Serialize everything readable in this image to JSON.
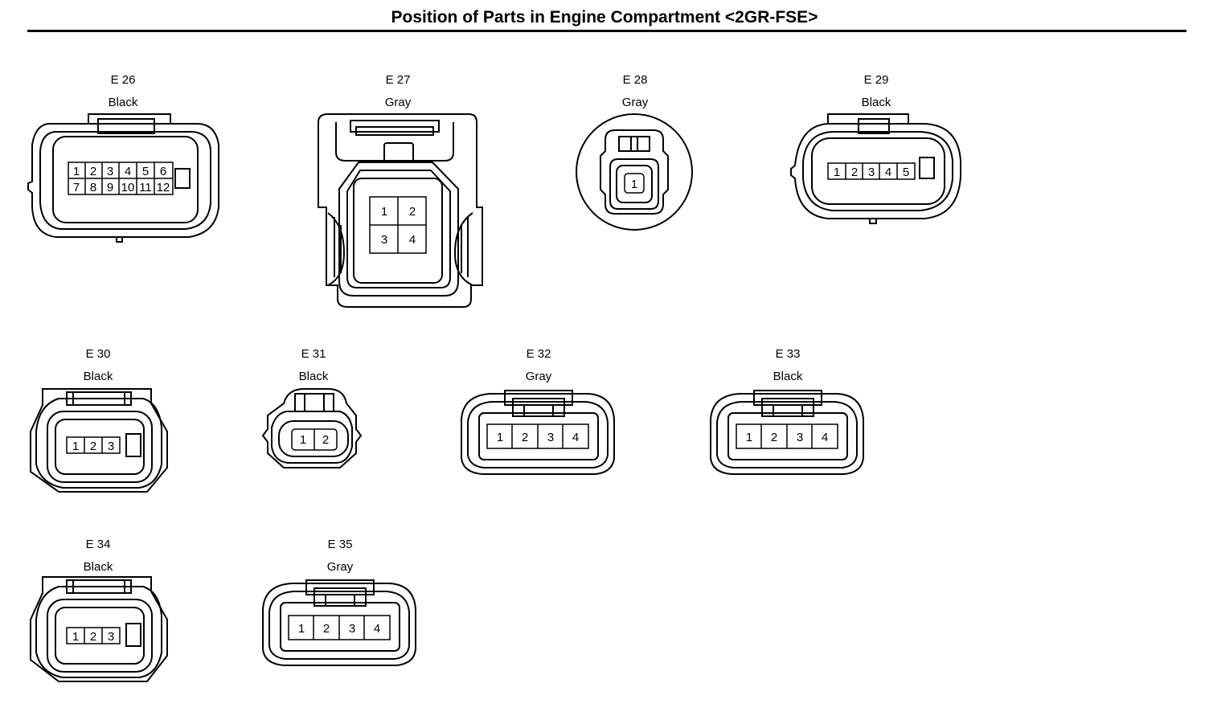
{
  "title": "Position of Parts in Engine Compartment <2GR-FSE>",
  "connectors": [
    {
      "id": "E 26",
      "color": "Black",
      "pins": [
        [
          "1",
          "2",
          "3",
          "4",
          "5",
          "6"
        ],
        [
          "7",
          "8",
          "9",
          "10",
          "11",
          "12"
        ]
      ]
    },
    {
      "id": "E 27",
      "color": "Gray",
      "pins": [
        [
          "1",
          "2"
        ],
        [
          "3",
          "4"
        ]
      ]
    },
    {
      "id": "E 28",
      "color": "Gray",
      "pins": [
        [
          "1"
        ]
      ]
    },
    {
      "id": "E 29",
      "color": "Black",
      "pins": [
        [
          "1",
          "2",
          "3",
          "4",
          "5"
        ]
      ]
    },
    {
      "id": "E 30",
      "color": "Black",
      "pins": [
        [
          "1",
          "2",
          "3"
        ]
      ]
    },
    {
      "id": "E 31",
      "color": "Black",
      "pins": [
        [
          "1",
          "2"
        ]
      ]
    },
    {
      "id": "E 32",
      "color": "Gray",
      "pins": [
        [
          "1",
          "2",
          "3",
          "4"
        ]
      ]
    },
    {
      "id": "E 33",
      "color": "Black",
      "pins": [
        [
          "1",
          "2",
          "3",
          "4"
        ]
      ]
    },
    {
      "id": "E 34",
      "color": "Black",
      "pins": [
        [
          "1",
          "2",
          "3"
        ]
      ]
    },
    {
      "id": "E 35",
      "color": "Gray",
      "pins": [
        [
          "1",
          "2",
          "3",
          "4"
        ]
      ]
    }
  ]
}
